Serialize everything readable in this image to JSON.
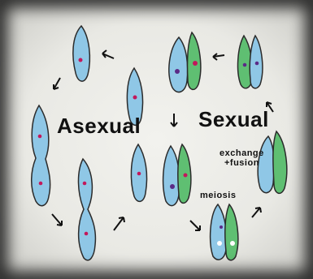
{
  "labels": {
    "asexual": "Asexual",
    "sexual": "Sexual",
    "exchange": "exchange",
    "fusion": "+fusion",
    "meiosis": "meiosis"
  },
  "colors": {
    "cell_blue": "#8fc7e6",
    "cell_green": "#5fbf72",
    "nucleus_red": "#c2185b",
    "outline": "#2b2b2b"
  }
}
